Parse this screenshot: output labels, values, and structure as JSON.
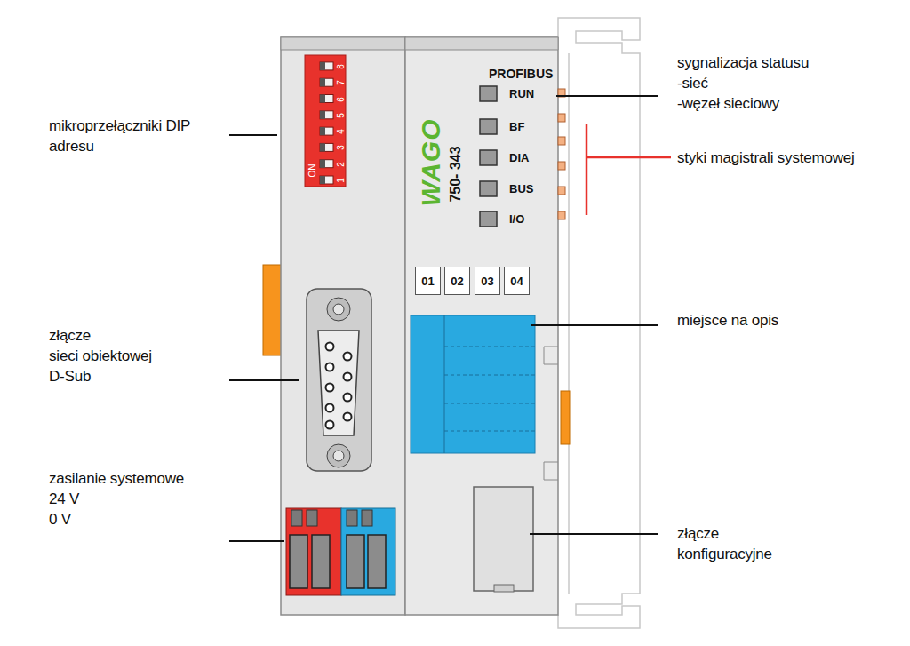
{
  "diagram": {
    "nodes": [
      {
        "text": [
          "01"
        ]
      },
      {
        "text": [
          "02"
        ]
      },
      {
        "text": [
          "03"
        ]
      },
      {
        "text": [
          "04"
        ]
      }
    ],
    "labels": [
      "mikroprzełączniki DIP adresu",
      "złącze sieci obiektowej D-Sub",
      "zasilanie systemowe 24 V 0 V",
      "sygnalizacja statusu -sieć -węzeł sieciowy",
      "styki magistrali systemowej",
      "miejsce na opis",
      "złącze konfiguracyjne",
      "PROFIBUS",
      "RUN",
      "BF",
      "DIA",
      "BUS",
      "I/O",
      "WAGO",
      "750- 343",
      "1",
      "2",
      "3",
      "4",
      "5",
      "6",
      "7",
      "8",
      "ON"
    ]
  }
}
